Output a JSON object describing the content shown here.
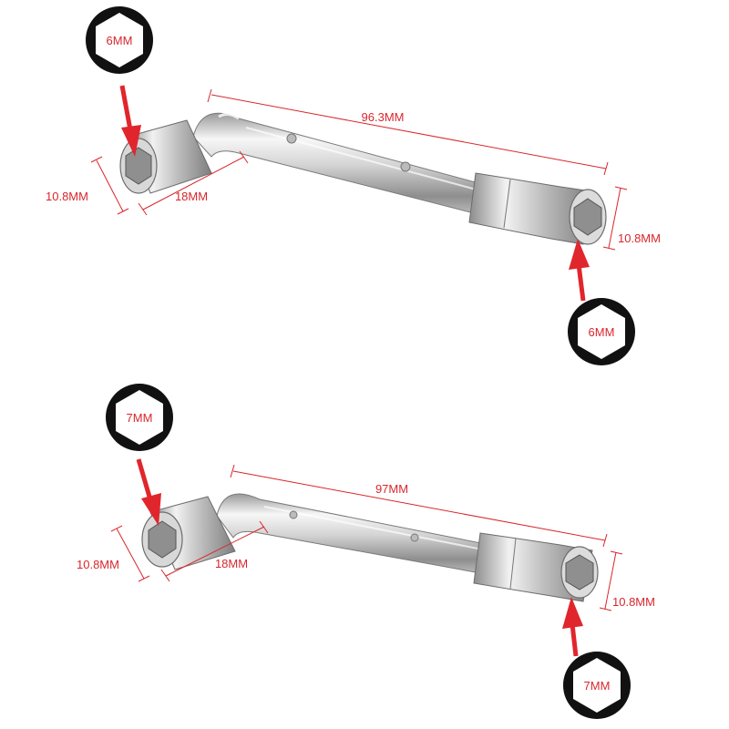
{
  "colors": {
    "dimension": "#d9262c",
    "arrow": "#e0262c",
    "badge_ring": "#111111",
    "badge_fill": "#ffffff",
    "metal_light": "#f4f4f4",
    "metal_mid": "#c9c9c9",
    "metal_dark": "#8a8a8a"
  },
  "wrench_6mm": {
    "socket_left_badge": "6MM",
    "socket_right_badge": "6MM",
    "length_label": "96.3MM",
    "head_diameter_label": "10.8MM",
    "head_length_label": "18MM",
    "end_diameter_label": "10.8MM"
  },
  "wrench_7mm": {
    "socket_left_badge": "7MM",
    "socket_right_badge": "7MM",
    "length_label": "97MM",
    "head_diameter_label": "10.8MM",
    "head_length_label": "18MM",
    "end_diameter_label": "10.8MM"
  }
}
